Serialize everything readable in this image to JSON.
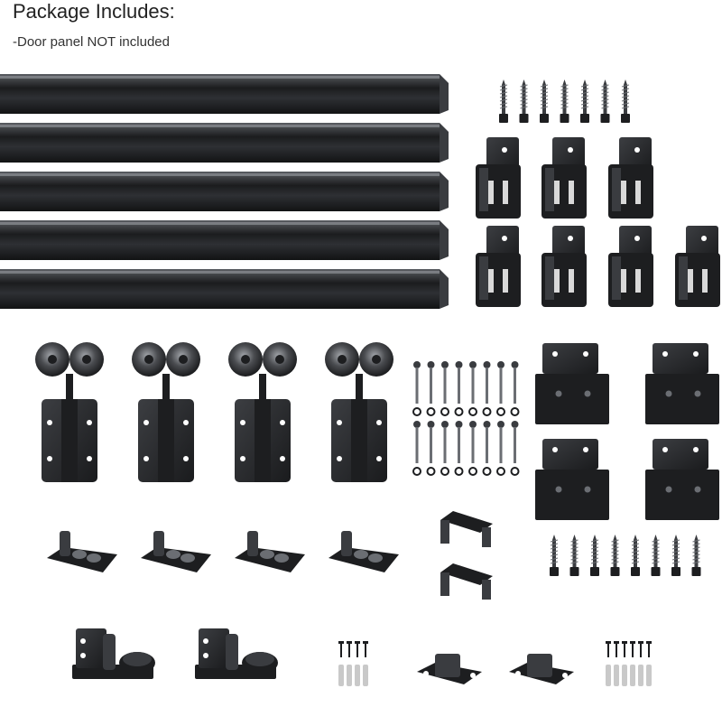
{
  "header": {
    "title": "Package Includes:",
    "subtitle": "-Door panel NOT included"
  },
  "colors": {
    "metal_dark": "#1d1e20",
    "metal_mid": "#3a3c40",
    "metal_light": "#6b6e73",
    "highlight": "#9a9da2",
    "background": "#ffffff"
  },
  "items": {
    "rails": 5,
    "long_screws": 7,
    "rail_brackets": 7,
    "rollers": 4,
    "bolts": 16,
    "spacer_plates": 4,
    "floor_guides": 4,
    "u_brackets": 2,
    "short_screws": 8,
    "bottom_guides": 2,
    "mini_screw_packs": 2,
    "small_guides": 2
  }
}
